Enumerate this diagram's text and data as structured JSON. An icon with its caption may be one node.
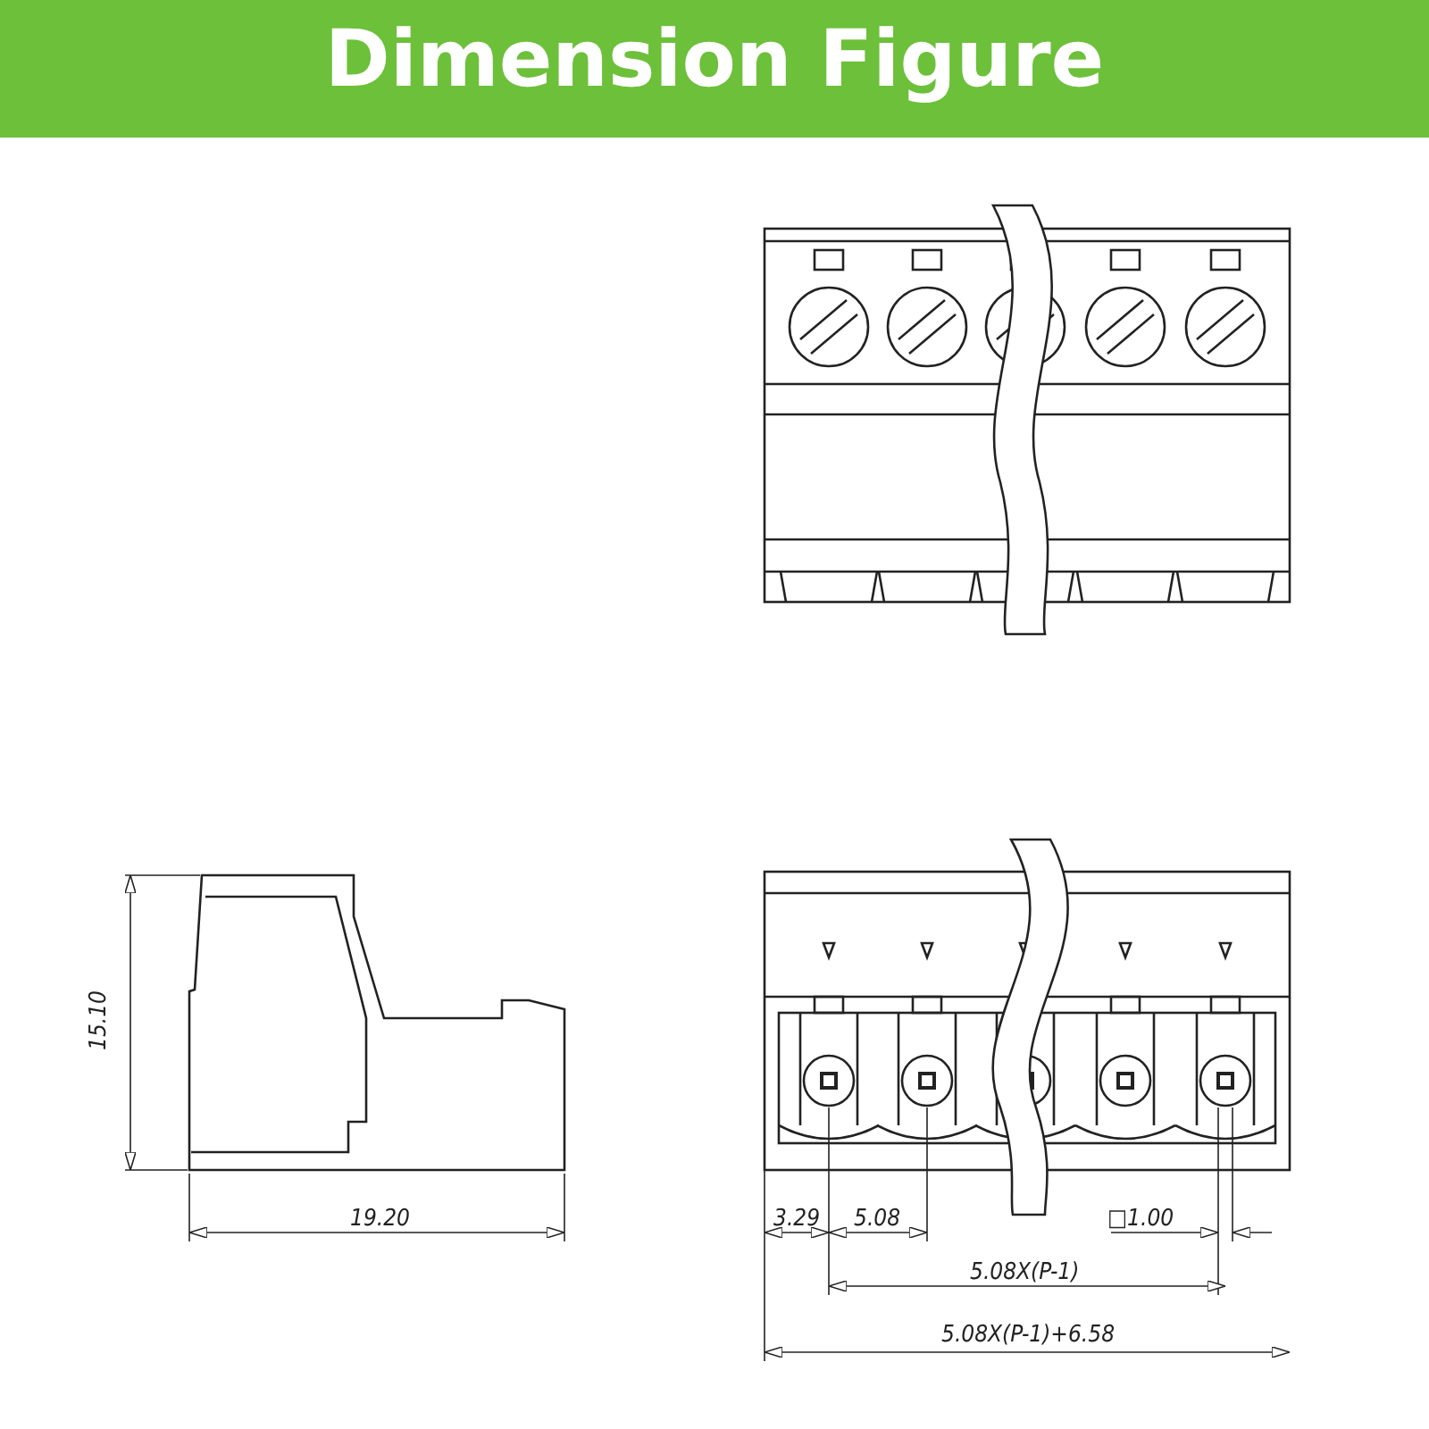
{
  "diagram": {
    "title": "Dimension Figure",
    "labels": [
      "15.10",
      "19.20",
      "3.29",
      "5.08",
      "□1.00",
      "5.08X(P-1)",
      "5.08X(P-1)+6.58"
    ]
  }
}
